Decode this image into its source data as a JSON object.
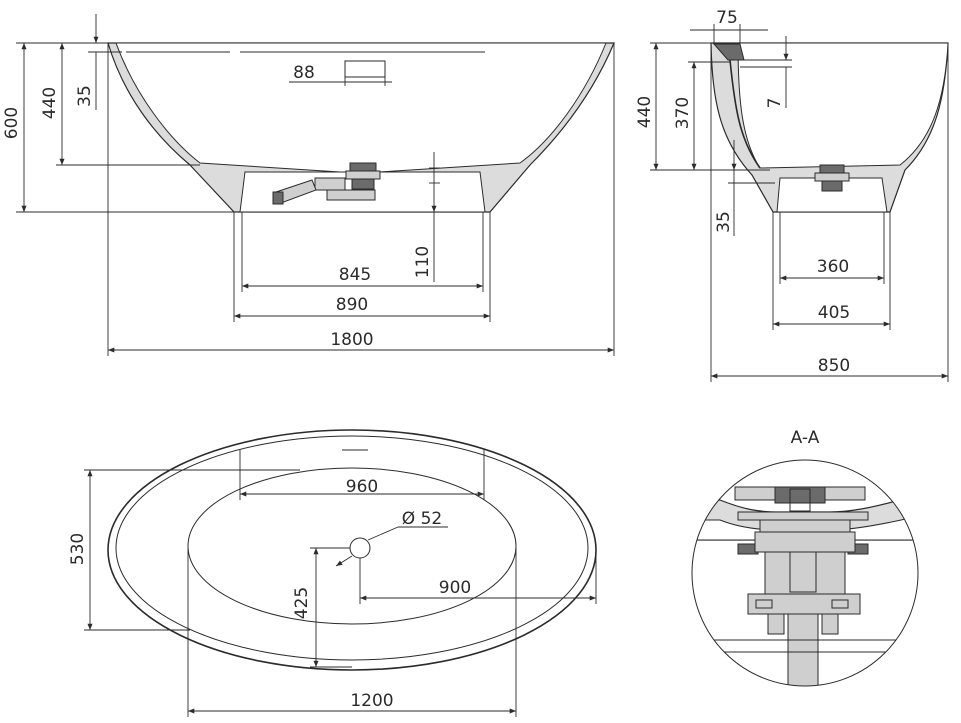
{
  "front_view": {
    "width_total": "1800",
    "height_total": "600",
    "inner_depth": "440",
    "rim_offset": "35",
    "overflow_width": "88",
    "base_top_width": "845",
    "base_bottom_width": "890",
    "base_height": "110"
  },
  "side_view": {
    "rim_width": "75",
    "depth": "440",
    "inner_depth": "370",
    "rim_step": "7",
    "bottom_offset": "35",
    "base_top_width": "360",
    "base_bottom_width": "405",
    "width_total": "850"
  },
  "top_view": {
    "overflow_length": "960",
    "drain_diameter": "Ø 52",
    "drain_offset_y": "425",
    "drain_offset_x": "900",
    "width": "530",
    "base_length": "1200"
  },
  "section": {
    "title": "A-A"
  }
}
